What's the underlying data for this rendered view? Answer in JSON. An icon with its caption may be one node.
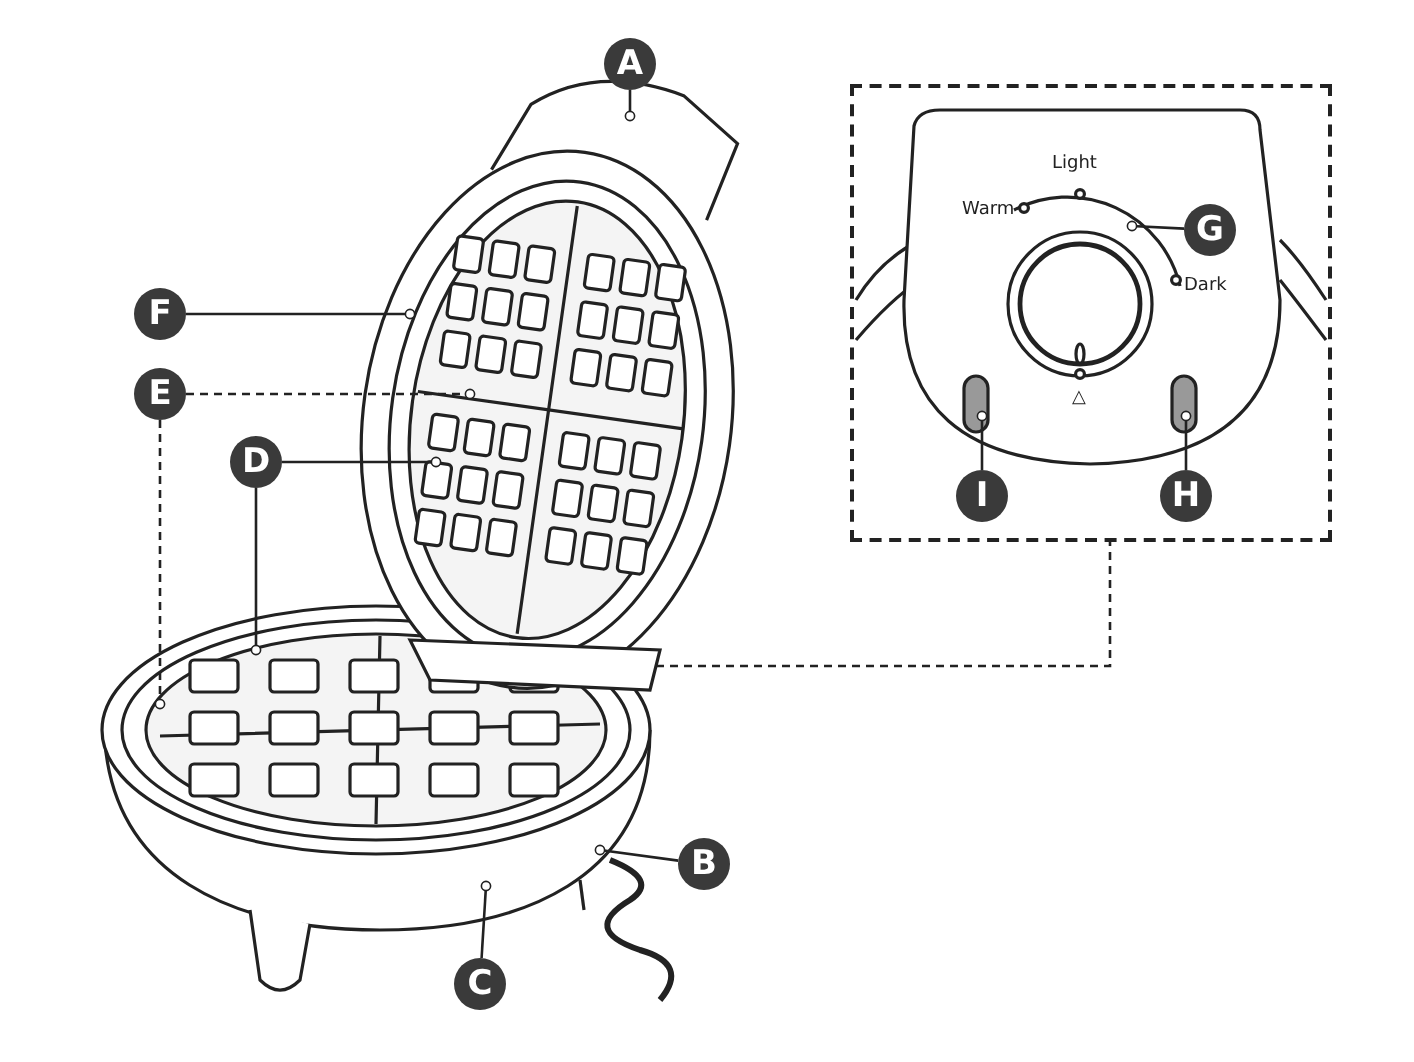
{
  "diagram": {
    "nodes": [
      {
        "text": [
          "A"
        ]
      },
      {
        "text": [],
        "shape": "box"
      },
      {
        "text": [
          "G"
        ],
        "in": 1
      },
      {
        "text": [
          "F"
        ]
      },
      {
        "text": [
          "E"
        ]
      },
      {
        "text": [
          "D"
        ]
      },
      {
        "text": [
          "I"
        ],
        "in": 1
      },
      {
        "text": [
          "H"
        ],
        "in": 1
      },
      {
        "text": [
          "B"
        ]
      },
      {
        "text": [
          "C"
        ]
      }
    ],
    "edges": [
      {
        "from": 0,
        "to": null,
        "arrow": "other"
      },
      {
        "from": 2,
        "to": null,
        "arrow": "other"
      },
      {
        "from": 3,
        "to": null,
        "arrow": "other"
      },
      {
        "from": 4,
        "to": null,
        "arrow": "other",
        "style": "dashed"
      },
      {
        "from": 4,
        "to": null,
        "arrow": "other",
        "style": "dashed"
      },
      {
        "from": 5,
        "to": null,
        "arrow": "other"
      },
      {
        "from": 5,
        "to": null,
        "arrow": "other"
      },
      {
        "from": 6,
        "to": null,
        "arrow": "other"
      },
      {
        "from": 7,
        "to": null,
        "arrow": "other"
      },
      {
        "from": 8,
        "to": null,
        "arrow": "other"
      },
      {
        "from": 9,
        "to": null,
        "arrow": "other"
      },
      {
        "from": null,
        "to": 1,
        "arrow": "none",
        "style": "dashed"
      }
    ],
    "labels": [
      "Light",
      "Warm",
      "Dark",
      "△"
    ]
  }
}
